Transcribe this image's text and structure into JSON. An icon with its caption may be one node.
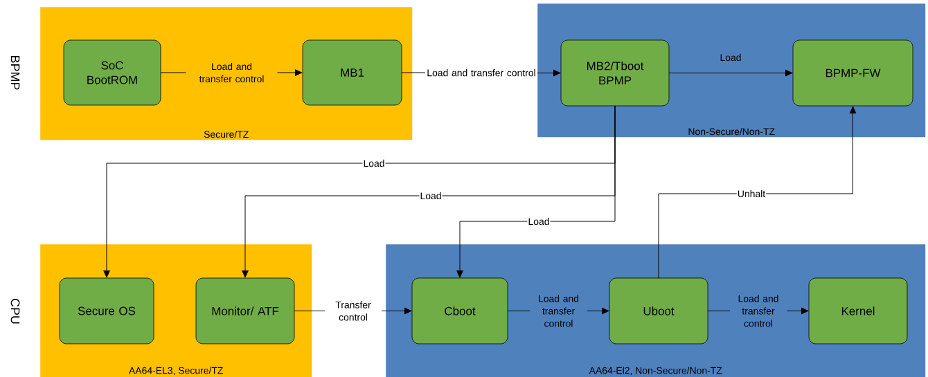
{
  "diagram": {
    "nodes": [
      {
        "text": [
          "Secure/TZ"
        ]
      },
      {
        "text": [
          "SoC BootROM"
        ],
        "in": 0
      },
      {
        "text": [
          "MB1"
        ],
        "in": 0
      },
      {
        "text": [
          "Non-Secure/Non-TZ"
        ]
      },
      {
        "text": [
          "MB2/Tboot BPMP"
        ],
        "in": 3
      },
      {
        "text": [
          "BPMP-FW"
        ],
        "in": 3
      },
      {
        "text": [
          "AA64-EL3, Secure/TZ"
        ]
      },
      {
        "text": [
          "Secure OS"
        ],
        "in": 6
      },
      {
        "text": [
          "Monitor/ ATF"
        ],
        "in": 6
      },
      {
        "text": [
          "AA64-El2, Non-Secure/Non-TZ"
        ]
      },
      {
        "text": [
          "Cboot"
        ],
        "in": 9
      },
      {
        "text": [
          "Uboot"
        ],
        "in": 9
      },
      {
        "text": [
          "Kernel"
        ],
        "in": 9
      }
    ],
    "edges": [
      {
        "from": 1,
        "to": 2,
        "arrow": "to",
        "label": "Load and transfer control"
      },
      {
        "from": 2,
        "to": 4,
        "arrow": "to",
        "label": "Load and transfer control"
      },
      {
        "from": 4,
        "to": 5,
        "arrow": "to",
        "label": "Load"
      },
      {
        "from": 4,
        "to": 7,
        "arrow": "to",
        "label": "Load"
      },
      {
        "from": 4,
        "to": 8,
        "arrow": "to",
        "label": "Load"
      },
      {
        "from": 4,
        "to": 10,
        "arrow": "to",
        "label": "Load"
      },
      {
        "from": 8,
        "to": 10,
        "arrow": "to",
        "label": "Transfer control"
      },
      {
        "from": 10,
        "to": 11,
        "arrow": "to",
        "label": "Load and transfer control"
      },
      {
        "from": 11,
        "to": 12,
        "arrow": "to",
        "label": "Load and transfer control"
      },
      {
        "from": 11,
        "to": 5,
        "arrow": "to",
        "label": "Unhalt"
      }
    ],
    "labels": [
      "BPMP",
      "CPU"
    ]
  }
}
